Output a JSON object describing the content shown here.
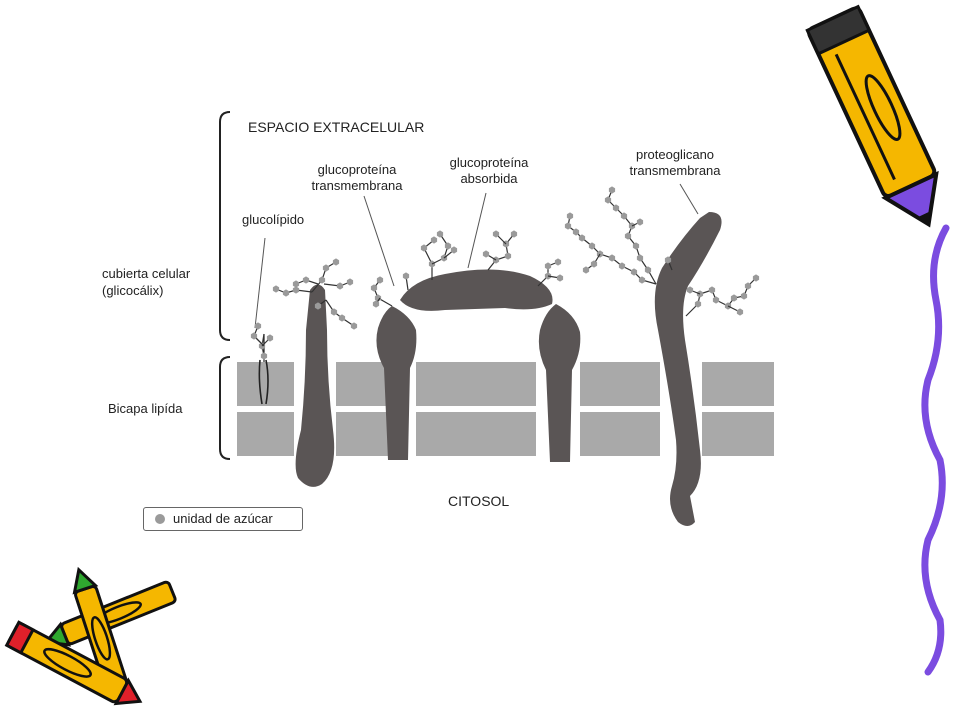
{
  "diagram": {
    "regions": {
      "extracellular": "ESPACIO EXTRACELULAR",
      "cytosol": "CITOSOL"
    },
    "brackets": {
      "coat_line1": "cubierta celular",
      "coat_line2": "(glicocálix)",
      "bilayer": "Bicapa lipída"
    },
    "molecules": {
      "glycolipid": "glucolípido",
      "transmembrane_glycoprotein_line1": "glucoproteína",
      "transmembrane_glycoprotein_line2": "transmembrana",
      "adsorbed_glycoprotein_line1": "glucoproteína",
      "adsorbed_glycoprotein_line2": "absorbida",
      "proteoglycan_line1": "proteoglicano",
      "proteoglycan_line2": "transmembrana"
    },
    "legend": {
      "sugar_unit": "unidad de azúcar"
    }
  },
  "colors": {
    "protein": "#5a5555",
    "membrane": "#a9a9a9",
    "sugar": "#9a9a9a",
    "pencil_body": "#f5b700",
    "crayon_purple": "#7b4ce0"
  }
}
